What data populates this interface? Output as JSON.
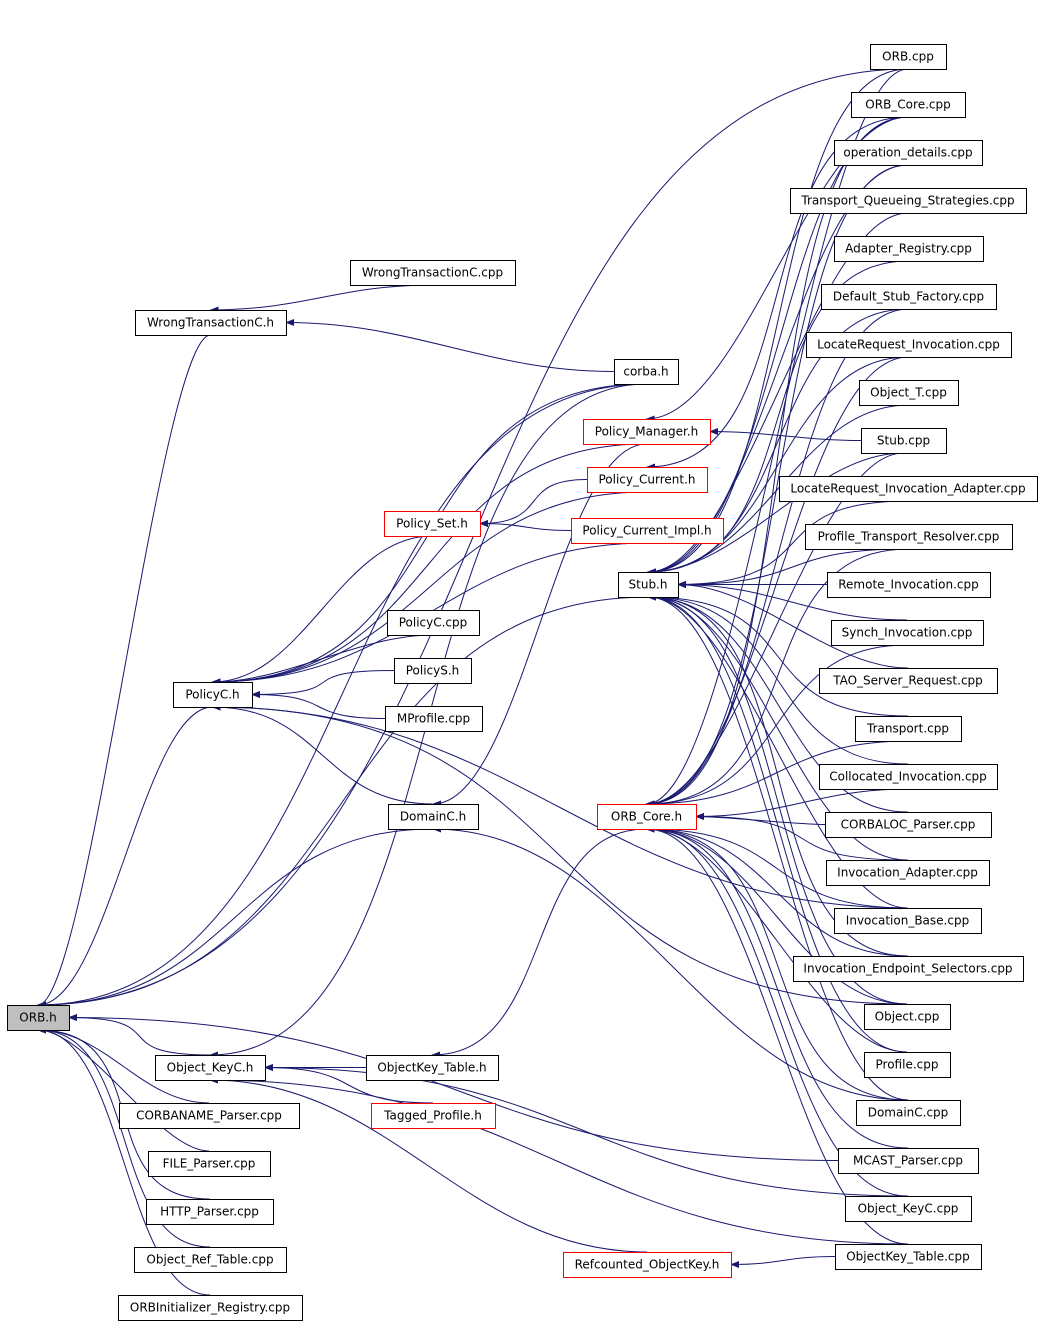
{
  "colors": {
    "edge": "#191970",
    "box_border": "#000000",
    "red_border": "#ff0000",
    "root_fill": "#bfbfbf"
  },
  "nodes": {
    "orb_h": "ORB.h",
    "wrongtransactionc_h": "WrongTransactionC.h",
    "wrongtransactionc_cpp": "WrongTransactionC.cpp",
    "corba_h": "corba.h",
    "policyc_h": "PolicyC.h",
    "policy_set_h": "Policy_Set.h",
    "policyc_cpp": "PolicyC.cpp",
    "policys_h": "PolicyS.h",
    "mprofile_cpp": "MProfile.cpp",
    "domainc_h": "DomainC.h",
    "object_keyc_h": "Object_KeyC.h",
    "objectkey_table_h": "ObjectKey_Table.h",
    "tagged_profile_h": "Tagged_Profile.h",
    "corbaname_parser_cpp": "CORBANAME_Parser.cpp",
    "file_parser_cpp": "FILE_Parser.cpp",
    "http_parser_cpp": "HTTP_Parser.cpp",
    "object_ref_table_cpp": "Object_Ref_Table.cpp",
    "orbinitializer_registry_cpp": "ORBInitializer_Registry.cpp",
    "refcounted_objectkey_h": "Refcounted_ObjectKey.h",
    "policy_manager_h": "Policy_Manager.h",
    "policy_current_h": "Policy_Current.h",
    "policy_current_impl_h": "Policy_Current_Impl.h",
    "stub_h": "Stub.h",
    "orb_core_h": "ORB_Core.h",
    "orb_cpp": "ORB.cpp",
    "orb_core_cpp": "ORB_Core.cpp",
    "operation_details_cpp": "operation_details.cpp",
    "transport_queueing_strategies_cpp": "Transport_Queueing_Strategies.cpp",
    "adapter_registry_cpp": "Adapter_Registry.cpp",
    "default_stub_factory_cpp": "Default_Stub_Factory.cpp",
    "locaterequest_invocation_cpp": "LocateRequest_Invocation.cpp",
    "object_t_cpp": "Object_T.cpp",
    "stub_cpp": "Stub.cpp",
    "locaterequest_invocation_adapter_cpp": "LocateRequest_Invocation_Adapter.cpp",
    "profile_transport_resolver_cpp": "Profile_Transport_Resolver.cpp",
    "remote_invocation_cpp": "Remote_Invocation.cpp",
    "synch_invocation_cpp": "Synch_Invocation.cpp",
    "tao_server_request_cpp": "TAO_Server_Request.cpp",
    "transport_cpp": "Transport.cpp",
    "collocated_invocation_cpp": "Collocated_Invocation.cpp",
    "corbaloc_parser_cpp": "CORBALOC_Parser.cpp",
    "invocation_adapter_cpp": "Invocation_Adapter.cpp",
    "invocation_base_cpp": "Invocation_Base.cpp",
    "invocation_endpoint_selectors_cpp": "Invocation_Endpoint_Selectors.cpp",
    "object_cpp": "Object.cpp",
    "profile_cpp": "Profile.cpp",
    "domainc_cpp": "DomainC.cpp",
    "mcast_parser_cpp": "MCAST_Parser.cpp",
    "object_keyc_cpp": "Object_KeyC.cpp",
    "objectkey_table_cpp": "ObjectKey_Table.cpp"
  },
  "edges": [
    [
      "orb_cpp",
      "orb_h"
    ],
    [
      "corba_h",
      "orb_h"
    ],
    [
      "domainc_h",
      "orb_h"
    ],
    [
      "policyc_h",
      "orb_h"
    ],
    [
      "wrongtransactionc_h",
      "orb_h"
    ],
    [
      "object_keyc_h",
      "orb_h"
    ],
    [
      "stub_h",
      "orb_h"
    ],
    [
      "mcast_parser_cpp",
      "orb_h"
    ],
    [
      "corbaname_parser_cpp",
      "orb_h"
    ],
    [
      "file_parser_cpp",
      "orb_h"
    ],
    [
      "http_parser_cpp",
      "orb_h"
    ],
    [
      "object_ref_table_cpp",
      "orb_h"
    ],
    [
      "orbinitializer_registry_cpp",
      "orb_h"
    ],
    [
      "wrongtransactionc_cpp",
      "wrongtransactionc_h"
    ],
    [
      "corba_h",
      "wrongtransactionc_h"
    ],
    [
      "corba_h",
      "policyc_h"
    ],
    [
      "policy_manager_h",
      "policyc_h"
    ],
    [
      "policy_current_h",
      "policyc_h"
    ],
    [
      "policy_set_h",
      "policyc_h"
    ],
    [
      "policyc_cpp",
      "policyc_h"
    ],
    [
      "policys_h",
      "policyc_h"
    ],
    [
      "mprofile_cpp",
      "policyc_h"
    ],
    [
      "domainc_h",
      "policyc_h"
    ],
    [
      "policy_current_impl_h",
      "policyc_h"
    ],
    [
      "invocation_base_cpp",
      "policyc_h"
    ],
    [
      "object_cpp",
      "policyc_h"
    ],
    [
      "policy_current_h",
      "policy_set_h"
    ],
    [
      "policy_current_impl_h",
      "policy_set_h"
    ],
    [
      "policy_manager_h",
      "domainc_h"
    ],
    [
      "domainc_cpp",
      "domainc_h"
    ],
    [
      "objectkey_table_h",
      "object_keyc_h"
    ],
    [
      "tagged_profile_h",
      "object_keyc_h"
    ],
    [
      "object_keyc_cpp",
      "object_keyc_h"
    ],
    [
      "objectkey_table_cpp",
      "object_keyc_h"
    ],
    [
      "refcounted_objectkey_h",
      "object_keyc_h"
    ],
    [
      "corba_h",
      "object_keyc_h"
    ],
    [
      "orb_core_h",
      "objectkey_table_h"
    ],
    [
      "objectkey_table_cpp",
      "refcounted_objectkey_h"
    ],
    [
      "stub_cpp",
      "policy_manager_h"
    ],
    [
      "orb_core_cpp",
      "policy_manager_h"
    ],
    [
      "orb_core_cpp",
      "policy_current_h"
    ],
    [
      "orb_cpp",
      "stub_h"
    ],
    [
      "orb_core_cpp",
      "stub_h"
    ],
    [
      "operation_details_cpp",
      "stub_h"
    ],
    [
      "transport_queueing_strategies_cpp",
      "stub_h"
    ],
    [
      "adapter_registry_cpp",
      "stub_h"
    ],
    [
      "default_stub_factory_cpp",
      "stub_h"
    ],
    [
      "locaterequest_invocation_cpp",
      "stub_h"
    ],
    [
      "object_t_cpp",
      "stub_h"
    ],
    [
      "stub_cpp",
      "stub_h"
    ],
    [
      "locaterequest_invocation_adapter_cpp",
      "stub_h"
    ],
    [
      "profile_transport_resolver_cpp",
      "stub_h"
    ],
    [
      "remote_invocation_cpp",
      "stub_h"
    ],
    [
      "synch_invocation_cpp",
      "stub_h"
    ],
    [
      "tao_server_request_cpp",
      "stub_h"
    ],
    [
      "transport_cpp",
      "stub_h"
    ],
    [
      "collocated_invocation_cpp",
      "stub_h"
    ],
    [
      "corbaloc_parser_cpp",
      "stub_h"
    ],
    [
      "invocation_adapter_cpp",
      "stub_h"
    ],
    [
      "invocation_base_cpp",
      "stub_h"
    ],
    [
      "invocation_endpoint_selectors_cpp",
      "stub_h"
    ],
    [
      "object_cpp",
      "stub_h"
    ],
    [
      "profile_cpp",
      "stub_h"
    ],
    [
      "domainc_cpp",
      "stub_h"
    ],
    [
      "orb_cpp",
      "orb_core_h"
    ],
    [
      "orb_core_cpp",
      "orb_core_h"
    ],
    [
      "operation_details_cpp",
      "orb_core_h"
    ],
    [
      "default_stub_factory_cpp",
      "orb_core_h"
    ],
    [
      "locaterequest_invocation_cpp",
      "orb_core_h"
    ],
    [
      "stub_cpp",
      "orb_core_h"
    ],
    [
      "profile_transport_resolver_cpp",
      "orb_core_h"
    ],
    [
      "synch_invocation_cpp",
      "orb_core_h"
    ],
    [
      "transport_cpp",
      "orb_core_h"
    ],
    [
      "collocated_invocation_cpp",
      "orb_core_h"
    ],
    [
      "corbaloc_parser_cpp",
      "orb_core_h"
    ],
    [
      "invocation_adapter_cpp",
      "orb_core_h"
    ],
    [
      "invocation_base_cpp",
      "orb_core_h"
    ],
    [
      "invocation_endpoint_selectors_cpp",
      "orb_core_h"
    ],
    [
      "object_cpp",
      "orb_core_h"
    ],
    [
      "profile_cpp",
      "orb_core_h"
    ],
    [
      "domainc_cpp",
      "orb_core_h"
    ],
    [
      "mcast_parser_cpp",
      "orb_core_h"
    ],
    [
      "object_keyc_cpp",
      "orb_core_h"
    ],
    [
      "objectkey_table_cpp",
      "orb_core_h"
    ]
  ]
}
